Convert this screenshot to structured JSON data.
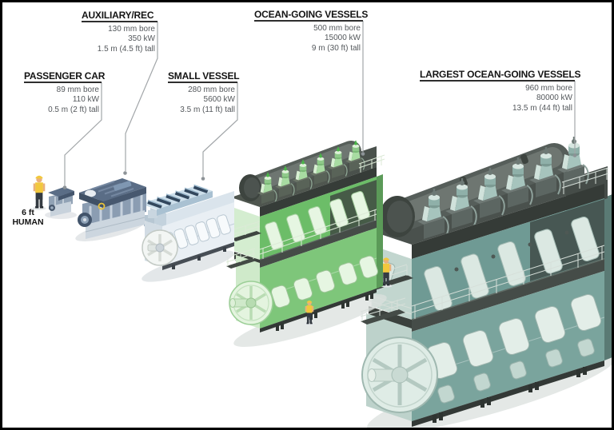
{
  "figure": {
    "human": {
      "height_label": "6 ft",
      "subject_label": "HUMAN"
    },
    "engines": [
      {
        "id": "passenger-car",
        "title": "PASSENGER CAR",
        "specs": [
          "89 mm bore",
          "110 kW",
          "0.5 m (2 ft) tall"
        ]
      },
      {
        "id": "auxiliary-rec",
        "title": "AUXILIARY/REC",
        "specs": [
          "130 mm bore",
          "350 kW",
          "1.5 m (4.5 ft) tall"
        ]
      },
      {
        "id": "small-vessel",
        "title": "SMALL VESSEL",
        "specs": [
          "280 mm bore",
          "5600 kW",
          "3.5 m (11 ft) tall"
        ]
      },
      {
        "id": "ocean-going",
        "title": "OCEAN-GOING VESSELS",
        "specs": [
          "500 mm bore",
          "15000 kW",
          "9 m (30 ft) tall"
        ]
      },
      {
        "id": "largest-ocean-going",
        "title": "LARGEST OCEAN-GOING VESSELS",
        "specs": [
          "960 mm bore",
          "80000 kW",
          "13.5 m (44 ft) tall"
        ]
      }
    ]
  },
  "palette": {
    "frame": "#000000",
    "label_title": "#141414",
    "label_text": "#54585c",
    "rule": "#2e2e2e",
    "leader_line": "#a2a6a9",
    "leader_dot": "#8d9397",
    "slate_blue_engine": "#5a6d86",
    "pale_blue_engine": "#c7dae8",
    "green_engine": "#7ec67a",
    "teal_engine": "#7aa49d",
    "deck_gray": "#454c48",
    "safety_yellow": "#f2c83d"
  }
}
